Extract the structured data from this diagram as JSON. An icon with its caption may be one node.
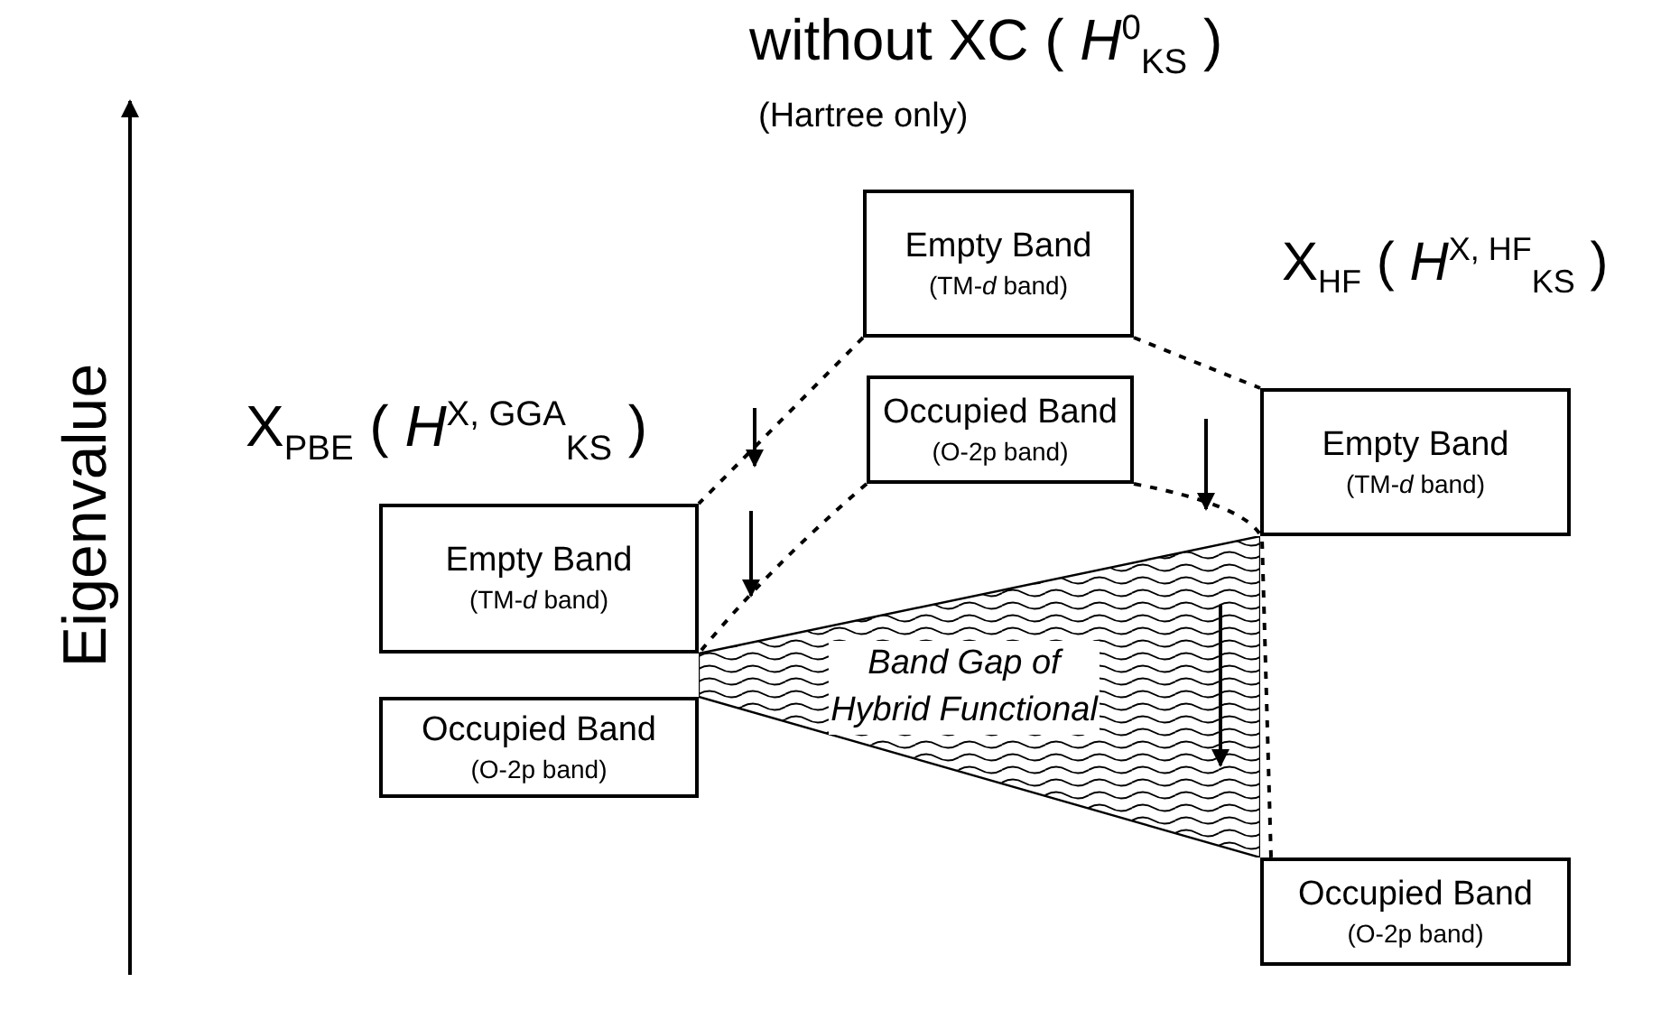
{
  "diagram": {
    "nodes": [
      {
        "text": [
          "Empty Band",
          "(TM-*d* band)"
        ]
      },
      {
        "text": [
          "Occupied Band",
          "(O-2p band)"
        ]
      },
      {
        "text": [
          "Empty Band",
          "(TM-*d* band)"
        ]
      },
      {
        "text": [
          "Empty Band",
          "(TM-*d* band)"
        ]
      },
      {
        "text": [
          "Band Gap of Hybrid Functional"
        ]
      },
      {
        "text": [
          "Occupied Band",
          "(O-2p band)"
        ]
      },
      {
        "text": [
          "Occupied Band",
          "(O-2p band)"
        ]
      }
    ],
    "edges": [
      {
        "from": 0,
        "to": 3,
        "arrow": "none",
        "style": "dashed"
      },
      {
        "from": 0,
        "to": 2,
        "arrow": "none",
        "style": "dashed"
      },
      {
        "from": 1,
        "to": 3,
        "arrow": "none",
        "style": "dashed"
      },
      {
        "from": 1,
        "to": 6,
        "arrow": "none",
        "style": "dashed"
      }
    ],
    "labels": [
      "without XC ( *H*$^{0}$$_{KS}$ )",
      "(Hartree only)",
      "X$_{PBE}$ ( *H*$^{X, GGA}$$_{KS}$ )",
      "X$_{HF}$ ( *H*$^{X, HF}$$_{KS}$ )",
      "Eigenvalue"
    ]
  }
}
